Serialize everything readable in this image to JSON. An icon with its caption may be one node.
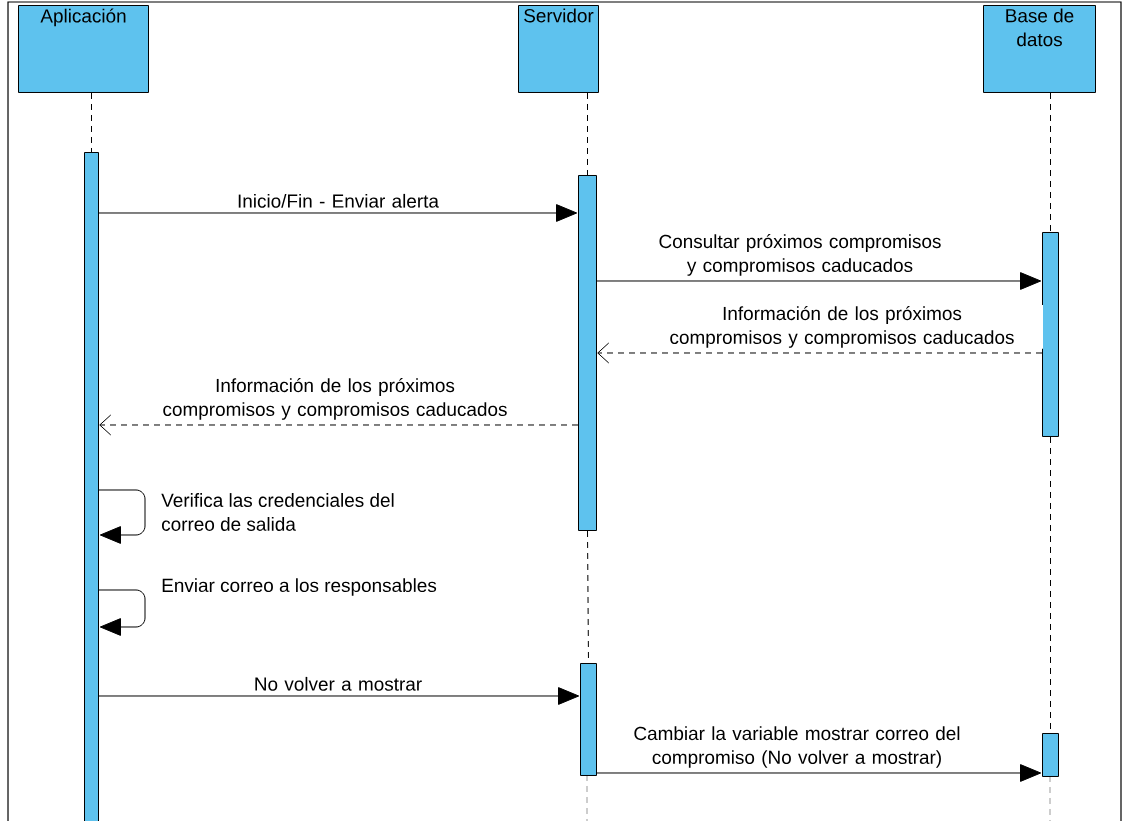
{
  "diagram": {
    "nodes": [
      {
        "text": [
          "Aplicación"
        ]
      },
      {
        "text": [
          "Servidor"
        ]
      },
      {
        "text": [
          "Base de datos"
        ]
      },
      {
        "text": [],
        "shape": "bar"
      },
      {
        "text": [],
        "shape": "bar"
      },
      {
        "text": [],
        "shape": "bar"
      },
      {
        "text": [],
        "shape": "bar"
      },
      {
        "text": [],
        "shape": "bar"
      }
    ],
    "edges": [
      {
        "from": 3,
        "to": 4,
        "arrow": "to",
        "label": "Inicio/Fin - Enviar alerta"
      },
      {
        "from": 4,
        "to": 5,
        "arrow": "to",
        "label": "Consultar próximos compromisos y compromisos caducados"
      },
      {
        "from": 5,
        "to": 4,
        "arrow": "to",
        "style": "dashed",
        "label": "Información de los próximos compromisos y compromisos caducados"
      },
      {
        "from": 4,
        "to": 3,
        "arrow": "to",
        "style": "dashed",
        "label": "Información de los próximos compromisos y compromisos caducados"
      },
      {
        "from": 3,
        "to": 3,
        "arrow": "to",
        "label": "Verifica las credenciales del correo de salida"
      },
      {
        "from": 3,
        "to": 3,
        "arrow": "to",
        "label": "Enviar correo a los responsables"
      },
      {
        "from": 3,
        "to": 6,
        "arrow": "to",
        "label": "No volver a mostrar"
      },
      {
        "from": 6,
        "to": 7,
        "arrow": "to",
        "label": "Cambiar la variable mostrar correo del compromiso (No volver a mostrar)"
      },
      {
        "from": 0,
        "to": 3,
        "arrow": "none",
        "style": "dashed"
      },
      {
        "from": 1,
        "to": 4,
        "arrow": "none",
        "style": "dashed"
      },
      {
        "from": 4,
        "to": 6,
        "arrow": "none",
        "style": "dashed"
      },
      {
        "from": 2,
        "to": 5,
        "arrow": "none",
        "style": "dashed"
      },
      {
        "from": 5,
        "to": 7,
        "arrow": "none",
        "style": "dashed"
      }
    ]
  }
}
